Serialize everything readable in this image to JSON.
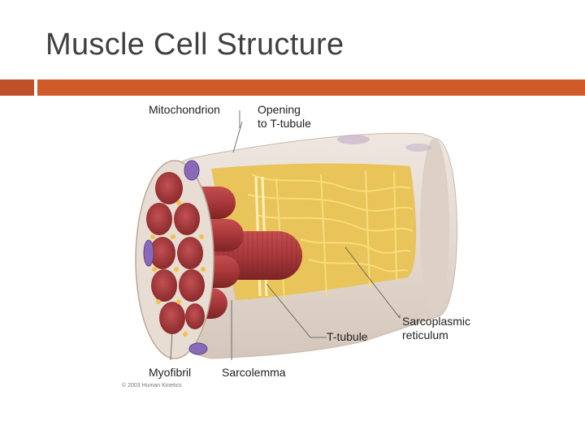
{
  "slide": {
    "title": "Muscle Cell Structure"
  },
  "colors": {
    "accent_rule_left": "#c0502a",
    "accent_rule_right": "#d15a2a",
    "sarcolemma": "#e7ddd5",
    "myofibril": "#a8383a",
    "reticulum": "#f1c24a",
    "mitochondrion": "#8a6ab8"
  },
  "labels": {
    "mitochondrion": "Mitochondrion",
    "opening_line1": "Opening",
    "opening_line2": "to T-tubule",
    "sarcoplasmic_line1": "Sarcoplasmic",
    "sarcoplasmic_line2": "reticulum",
    "t_tubule": "T-tubule",
    "myofibril": "Myofibril",
    "sarcolemma": "Sarcolemma"
  },
  "copyright": "© 2003 Human Kinetics"
}
